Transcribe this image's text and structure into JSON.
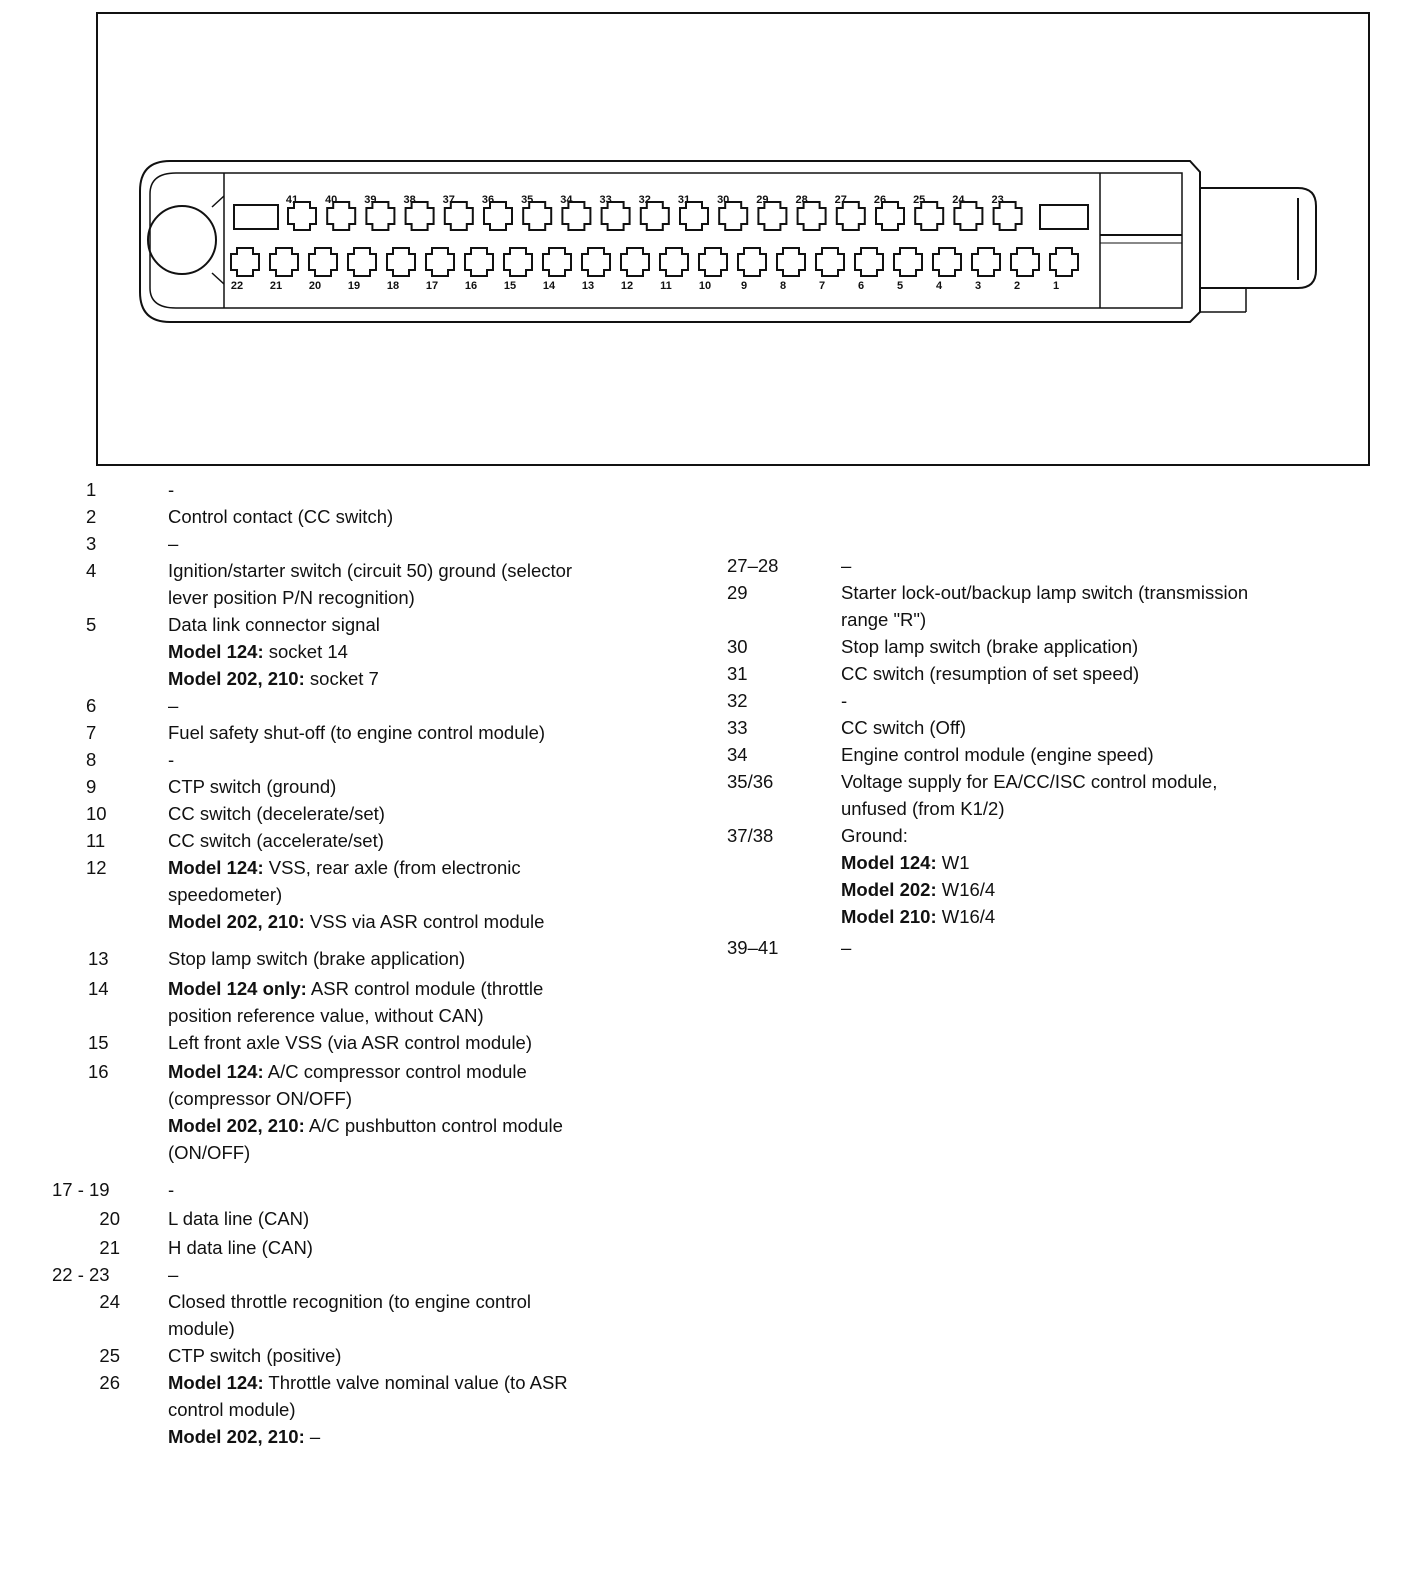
{
  "connector": {
    "top_row_pins": [
      "41",
      "40",
      "39",
      "38",
      "37",
      "36",
      "35",
      "34",
      "33",
      "32",
      "31",
      "30",
      "29",
      "28",
      "27",
      "26",
      "25",
      "24",
      "23"
    ],
    "bottom_row_pins": [
      "22",
      "21",
      "20",
      "19",
      "18",
      "17",
      "16",
      "15",
      "14",
      "13",
      "12",
      "11",
      "10",
      "9",
      "8",
      "7",
      "6",
      "5",
      "4",
      "3",
      "2",
      "1"
    ]
  },
  "legend": {
    "left": [
      {
        "num": "1",
        "lines": [
          {
            "text": "-"
          }
        ]
      },
      {
        "num": "2",
        "lines": [
          {
            "text": "Control contact (CC switch)"
          }
        ]
      },
      {
        "num": "3",
        "lines": [
          {
            "text": "–"
          }
        ]
      },
      {
        "num": "4",
        "lines": [
          {
            "text": "Ignition/starter switch (circuit 50) ground (selector"
          },
          {
            "text": "lever position P/N recognition)"
          }
        ]
      },
      {
        "num": "5",
        "lines": [
          {
            "text": "Data link connector signal"
          },
          {
            "bold": "Model 124:",
            "text": " socket 14"
          },
          {
            "bold": "Model 202, 210:",
            "text": " socket 7"
          }
        ]
      },
      {
        "num": "6",
        "lines": [
          {
            "text": "–"
          }
        ]
      },
      {
        "num": "7",
        "lines": [
          {
            "text": "Fuel safety shut-off (to engine control module)"
          }
        ]
      },
      {
        "num": "8",
        "lines": [
          {
            "text": "-"
          }
        ]
      },
      {
        "num": "9",
        "lines": [
          {
            "text": "CTP switch (ground)"
          }
        ]
      },
      {
        "num": "10",
        "lines": [
          {
            "text": "CC switch (decelerate/set)"
          }
        ]
      },
      {
        "num": "11",
        "lines": [
          {
            "text": "CC switch (accelerate/set)"
          }
        ]
      },
      {
        "num": "12",
        "lines": [
          {
            "bold": "Model 124:",
            "text": " VSS, rear axle (from electronic"
          },
          {
            "text": "speedometer)"
          },
          {
            "bold": "Model 202, 210:",
            "text": " VSS via ASR control module"
          }
        ]
      },
      {
        "num": "13",
        "lines": [
          {
            "text": "Stop lamp switch (brake application)"
          }
        ]
      },
      {
        "num": "14",
        "lines": [
          {
            "bold": "Model 124 only:",
            "text": " ASR control module (throttle"
          },
          {
            "text": "position reference value, without CAN)"
          }
        ]
      },
      {
        "num": "15",
        "lines": [
          {
            "text": "Left front axle VSS (via ASR control module)"
          }
        ]
      },
      {
        "num": "16",
        "lines": [
          {
            "bold": "Model 124:",
            "text": " A/C compressor control module"
          },
          {
            "text": "(compressor ON/OFF)"
          },
          {
            "bold": "Model 202, 210:",
            "text": " A/C pushbutton control module"
          },
          {
            "text": "(ON/OFF)"
          }
        ]
      },
      {
        "num": "17 - 19",
        "lines": [
          {
            "text": "-"
          }
        ]
      },
      {
        "num": "20",
        "lines": [
          {
            "text": "L     data line (CAN)"
          }
        ]
      },
      {
        "num": "21",
        "lines": [
          {
            "text": "H     data line (CAN)"
          }
        ]
      },
      {
        "num": "22 - 23",
        "lines": [
          {
            "text": "–"
          }
        ]
      },
      {
        "num": "24",
        "lines": [
          {
            "text": "Closed throttle recognition (to engine control"
          },
          {
            "text": "module)"
          }
        ]
      },
      {
        "num": "25",
        "lines": [
          {
            "text": "CTP switch (positive)"
          }
        ]
      },
      {
        "num": "26",
        "lines": [
          {
            "bold": "Model 124:",
            "text": " Throttle  valve nominal value (to ASR"
          },
          {
            "text": "control module)"
          },
          {
            "bold": "Model 202, 210:",
            "text": " –"
          }
        ]
      }
    ],
    "right": [
      {
        "num": "27–28",
        "lines": [
          {
            "text": "–"
          }
        ]
      },
      {
        "num": "29",
        "lines": [
          {
            "text": "Starter lock-out/backup lamp switch (transmission"
          },
          {
            "text": "range \"R\")"
          }
        ]
      },
      {
        "num": "30",
        "lines": [
          {
            "text": "Stop lamp switch (brake application)"
          }
        ]
      },
      {
        "num": "31",
        "lines": [
          {
            "text": "CC switch (resumption of set speed)"
          }
        ]
      },
      {
        "num": "32",
        "lines": [
          {
            "text": "-"
          }
        ]
      },
      {
        "num": "33",
        "lines": [
          {
            "text": "CC switch (Off)"
          }
        ]
      },
      {
        "num": "34",
        "lines": [
          {
            "text": "Engine control module (engine speed)"
          }
        ]
      },
      {
        "num": "35/36",
        "lines": [
          {
            "text": "Voltage supply for EA/CC/ISC control module,"
          },
          {
            "text": "unfused (from K1/2)"
          }
        ]
      },
      {
        "num": "37/38",
        "lines": [
          {
            "text": "Ground:"
          },
          {
            "bold": "Model 124:",
            "text": " W1"
          },
          {
            "bold": "Model 202:",
            "text": " W16/4"
          },
          {
            "bold": "Model 210:",
            "text": " W16/4"
          }
        ]
      },
      {
        "num": "39–41",
        "lines": [
          {
            "text": "–"
          }
        ]
      }
    ]
  }
}
